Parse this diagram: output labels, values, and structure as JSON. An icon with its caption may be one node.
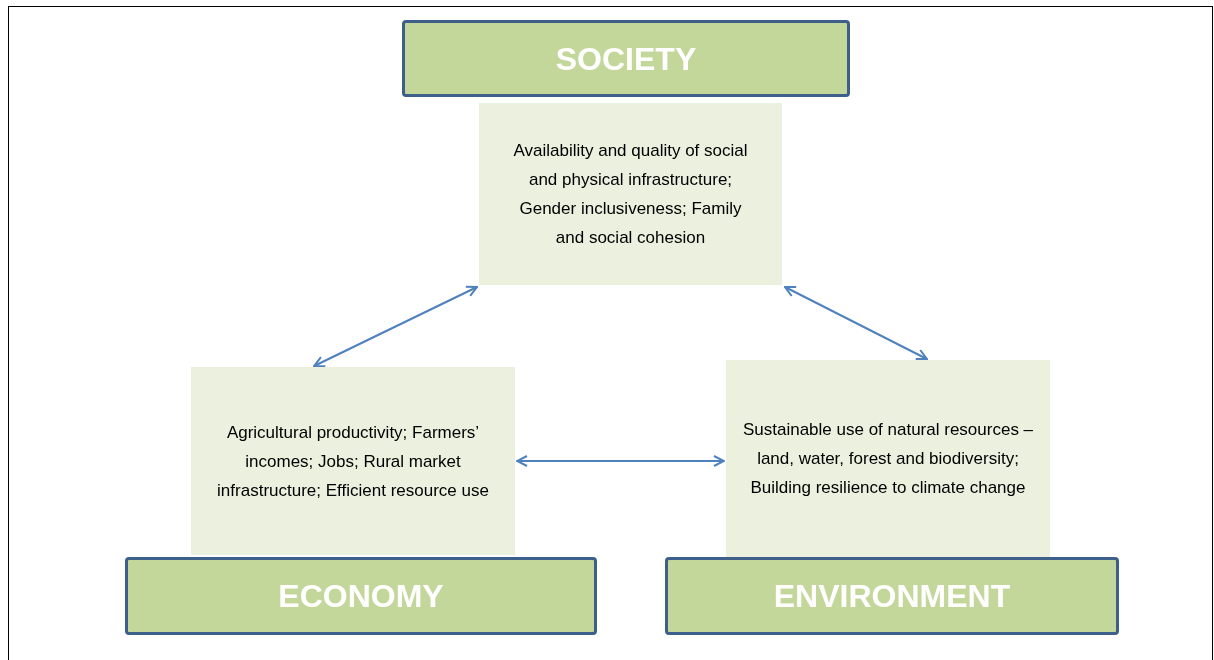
{
  "diagram": {
    "nodes": [
      {
        "text": [
          "SOCIETY"
        ]
      },
      {
        "text": [
          "Availability and quality of social and physical infrastructure; Gender inclusiveness; Family and social cohesion"
        ]
      },
      {
        "text": [
          "Agricultural productivity; Farmers’ incomes; Jobs; Rural market infrastructure; Efficient resource use"
        ]
      },
      {
        "text": [
          "ECONOMY"
        ]
      },
      {
        "text": [
          "Sustainable use of natural resources – land, water, forest and biodiversity; Building resilience to climate change"
        ]
      },
      {
        "text": [
          "ENVIRONMENT"
        ]
      }
    ],
    "edges": [
      {
        "from": 1,
        "to": 2,
        "arrow": "both"
      },
      {
        "from": 1,
        "to": 4,
        "arrow": "both"
      },
      {
        "from": 2,
        "to": 4,
        "arrow": "both"
      }
    ]
  }
}
